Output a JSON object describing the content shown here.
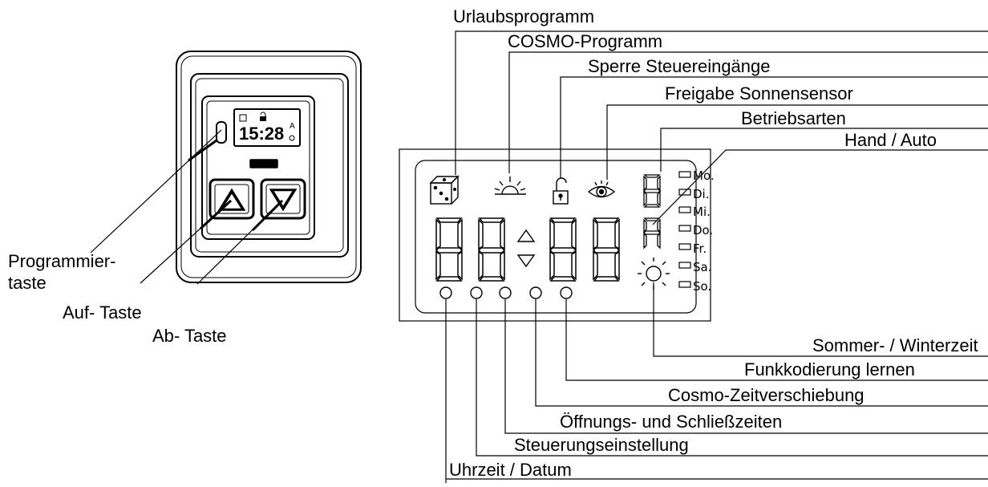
{
  "device": {
    "lcd_time": "15:28",
    "lcd_mode": "A",
    "keys": {
      "programming": "Programmier-\ntaste",
      "up": "Auf- Taste",
      "down": "Ab- Taste"
    }
  },
  "display_labels": {
    "top": [
      "Urlaubsprogramm",
      "COSMO-Programm",
      "Sperre Steuereingänge",
      "Freigabe Sonnensensor",
      "Betriebsarten",
      "Hand / Auto"
    ],
    "bottom": [
      "Sommer- / Winterzeit",
      "Funkkodierung lernen",
      "Cosmo-Zeitverschiebung",
      "Öffnungs- und Schließzeiten",
      "Steuerungseinstellung",
      "Uhrzeit / Datum"
    ]
  },
  "weekdays": [
    "Mo.",
    "Di.",
    "Mi.",
    "Do.",
    "Fr.",
    "Sa.",
    "So."
  ],
  "mode_digit": "A"
}
